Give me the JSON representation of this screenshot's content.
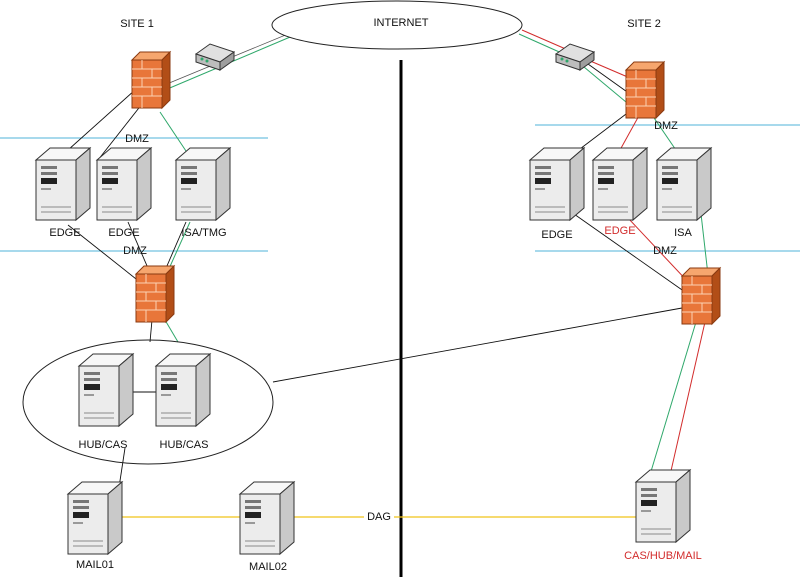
{
  "labels": {
    "internet": "INTERNET",
    "site1": "SITE 1",
    "site2": "SITE 2",
    "dmz": "DMZ",
    "dag": "DAG"
  },
  "site1": {
    "edge1": "EDGE",
    "edge2": "EDGE",
    "isa": "ISA/TMG",
    "hub1": "HUB/CAS",
    "hub2": "HUB/CAS",
    "mail01": "MAIL01",
    "mail02": "MAIL02"
  },
  "site2": {
    "edge1": "EDGE",
    "edge2": "EDGE",
    "isa": "ISA",
    "cas": "CAS/HUB/MAIL"
  },
  "colors": {
    "dmz_line": "#4fb3d9",
    "green_link": "#2fa86b",
    "red_link": "#d22c2c",
    "dag_link": "#f0c419",
    "firewall": "#e8763a",
    "server": "#e9e9e9"
  }
}
